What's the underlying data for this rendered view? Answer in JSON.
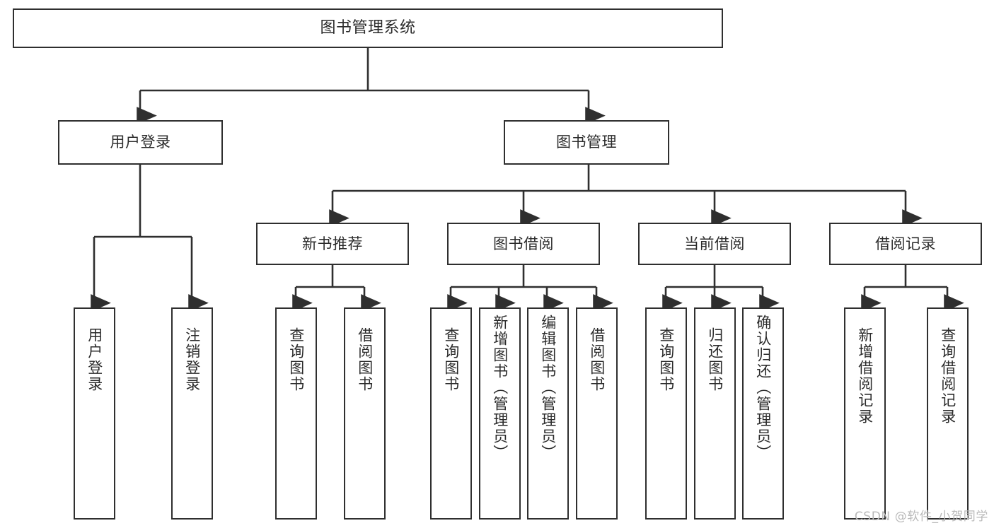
{
  "diagram": {
    "title": "图书管理系统",
    "type": "hierarchy-tree",
    "stroke_color": "#2f2f2f",
    "text_color": "#2b2b2b",
    "background": "#ffffff"
  },
  "nodes": {
    "root": {
      "label": "图书管理系统"
    },
    "level2": [
      {
        "label": "用户登录"
      },
      {
        "label": "图书管理"
      }
    ],
    "level3": [
      {
        "label": "新书推荐"
      },
      {
        "label": "图书借阅"
      },
      {
        "label": "当前借阅"
      },
      {
        "label": "借阅记录"
      }
    ],
    "leaves_user_login": [
      {
        "label": "用户登录"
      },
      {
        "label": "注销登录"
      }
    ],
    "leaves_new_book": [
      {
        "label": "查询图书"
      },
      {
        "label": "借阅图书"
      }
    ],
    "leaves_borrow": [
      {
        "label": "查询图书"
      },
      {
        "label": "新增图书（管理员）"
      },
      {
        "label": "编辑图书（管理员）"
      },
      {
        "label": "借阅图书"
      }
    ],
    "leaves_current": [
      {
        "label": "查询图书"
      },
      {
        "label": "归还图书"
      },
      {
        "label": "确认归还（管理员）"
      }
    ],
    "leaves_records": [
      {
        "label": "新增借阅记录"
      },
      {
        "label": "查询借阅记录"
      }
    ]
  },
  "watermark": {
    "text": "CSDN @软件_小贺同学"
  }
}
